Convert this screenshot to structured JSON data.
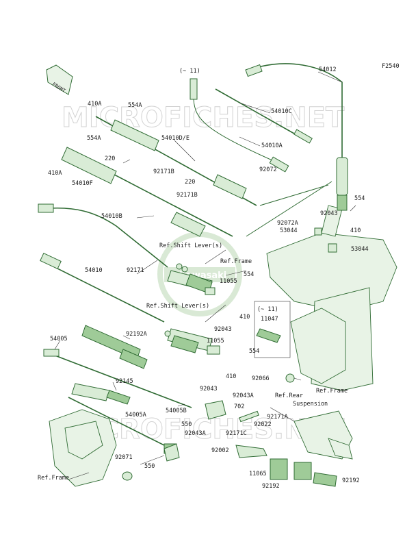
{
  "diagram_code": "F2540",
  "front_arrow_label": "FRONT",
  "watermarks": [
    "MICROFICHES.NET",
    "MICROFICHES.NET"
  ],
  "logo_text": "Kawasaki",
  "labels": {
    "l54012": "54012",
    "l_11a": "(~ 11)",
    "l410A_1": "410A",
    "l554A_1": "554A",
    "l54010C": "54010C",
    "l554A_2": "554A",
    "l54010DE": "54010D/E",
    "l54010A": "54010A",
    "l220_1": "220",
    "l410A_2": "410A",
    "l92171B_1": "92171B",
    "l54010F": "54010F",
    "l220_2": "220",
    "l92072": "92072",
    "l92171B_2": "92171B",
    "l554_1": "554",
    "l92043_1": "92043",
    "l410_1": "410",
    "l54010B": "54010B",
    "l92072A": "92072A",
    "l53044_1": "53044",
    "l53044_2": "53044",
    "l_refshift_1": "Ref.Shift Lever(s)",
    "l_refframe_1": "Ref.Frame",
    "l54010": "54010",
    "l92171": "92171",
    "l554_2": "554",
    "l11055_1": "11055",
    "l_refshift_2": "Ref.Shift Lever(s)",
    "l_11b": "(~ 11)",
    "l11047": "11047",
    "l92043_2": "92043",
    "l410_2": "410",
    "l92192A": "92192A",
    "l54005": "54005",
    "l11055_2": "11055",
    "l554_3": "554",
    "l410_3": "410",
    "l92066": "92066",
    "l92145": "92145",
    "l92043_3": "92043",
    "l92043A_1": "92043A",
    "l_refframe_2": "Ref.Frame",
    "l54005B": "54005B",
    "l_refrear": "Ref.Rear",
    "l_suspension": "Suspension",
    "l54005A": "54005A",
    "l702": "702",
    "l92171A": "92171A",
    "l550_1": "550",
    "l92043A_2": "92043A",
    "l92171C": "92171C",
    "l92022": "92022",
    "l92002": "92002",
    "l92071": "92071",
    "l550_2": "550",
    "l11065": "11065",
    "l_refframe_3": "Ref.Frame",
    "l92192_1": "92192",
    "l92192_2": "92192"
  }
}
